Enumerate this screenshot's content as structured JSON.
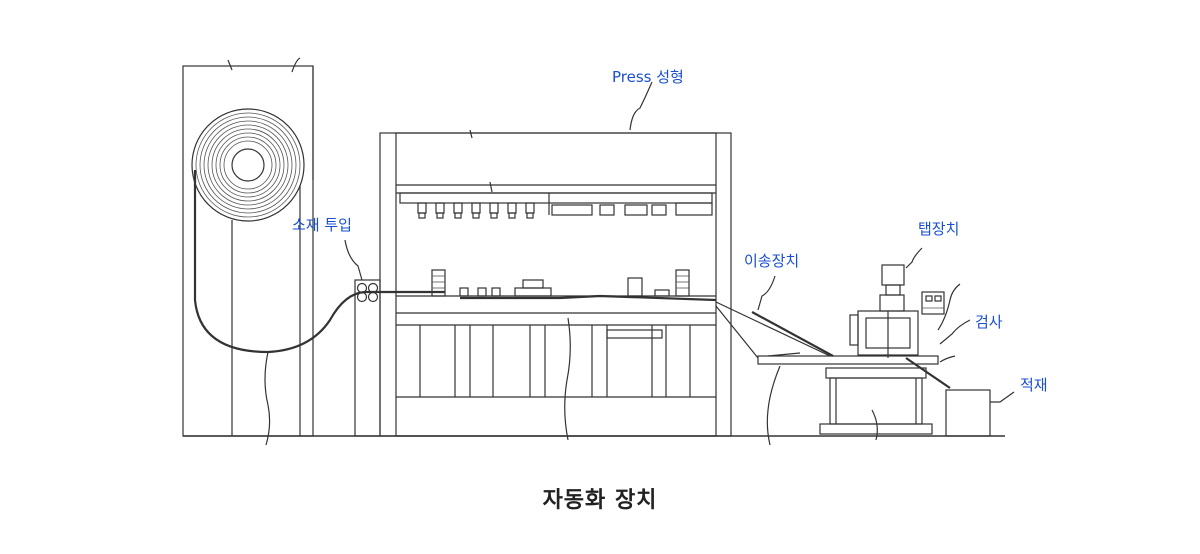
{
  "labels": {
    "press": "Press 성형",
    "feed": "소재 투입",
    "transfer": "이송장치",
    "tap": "탭장치",
    "inspect": "검사",
    "stack": "적재"
  },
  "caption": "자동화 장치",
  "colors": {
    "label": "#1a4fd0",
    "line": "#333333"
  }
}
